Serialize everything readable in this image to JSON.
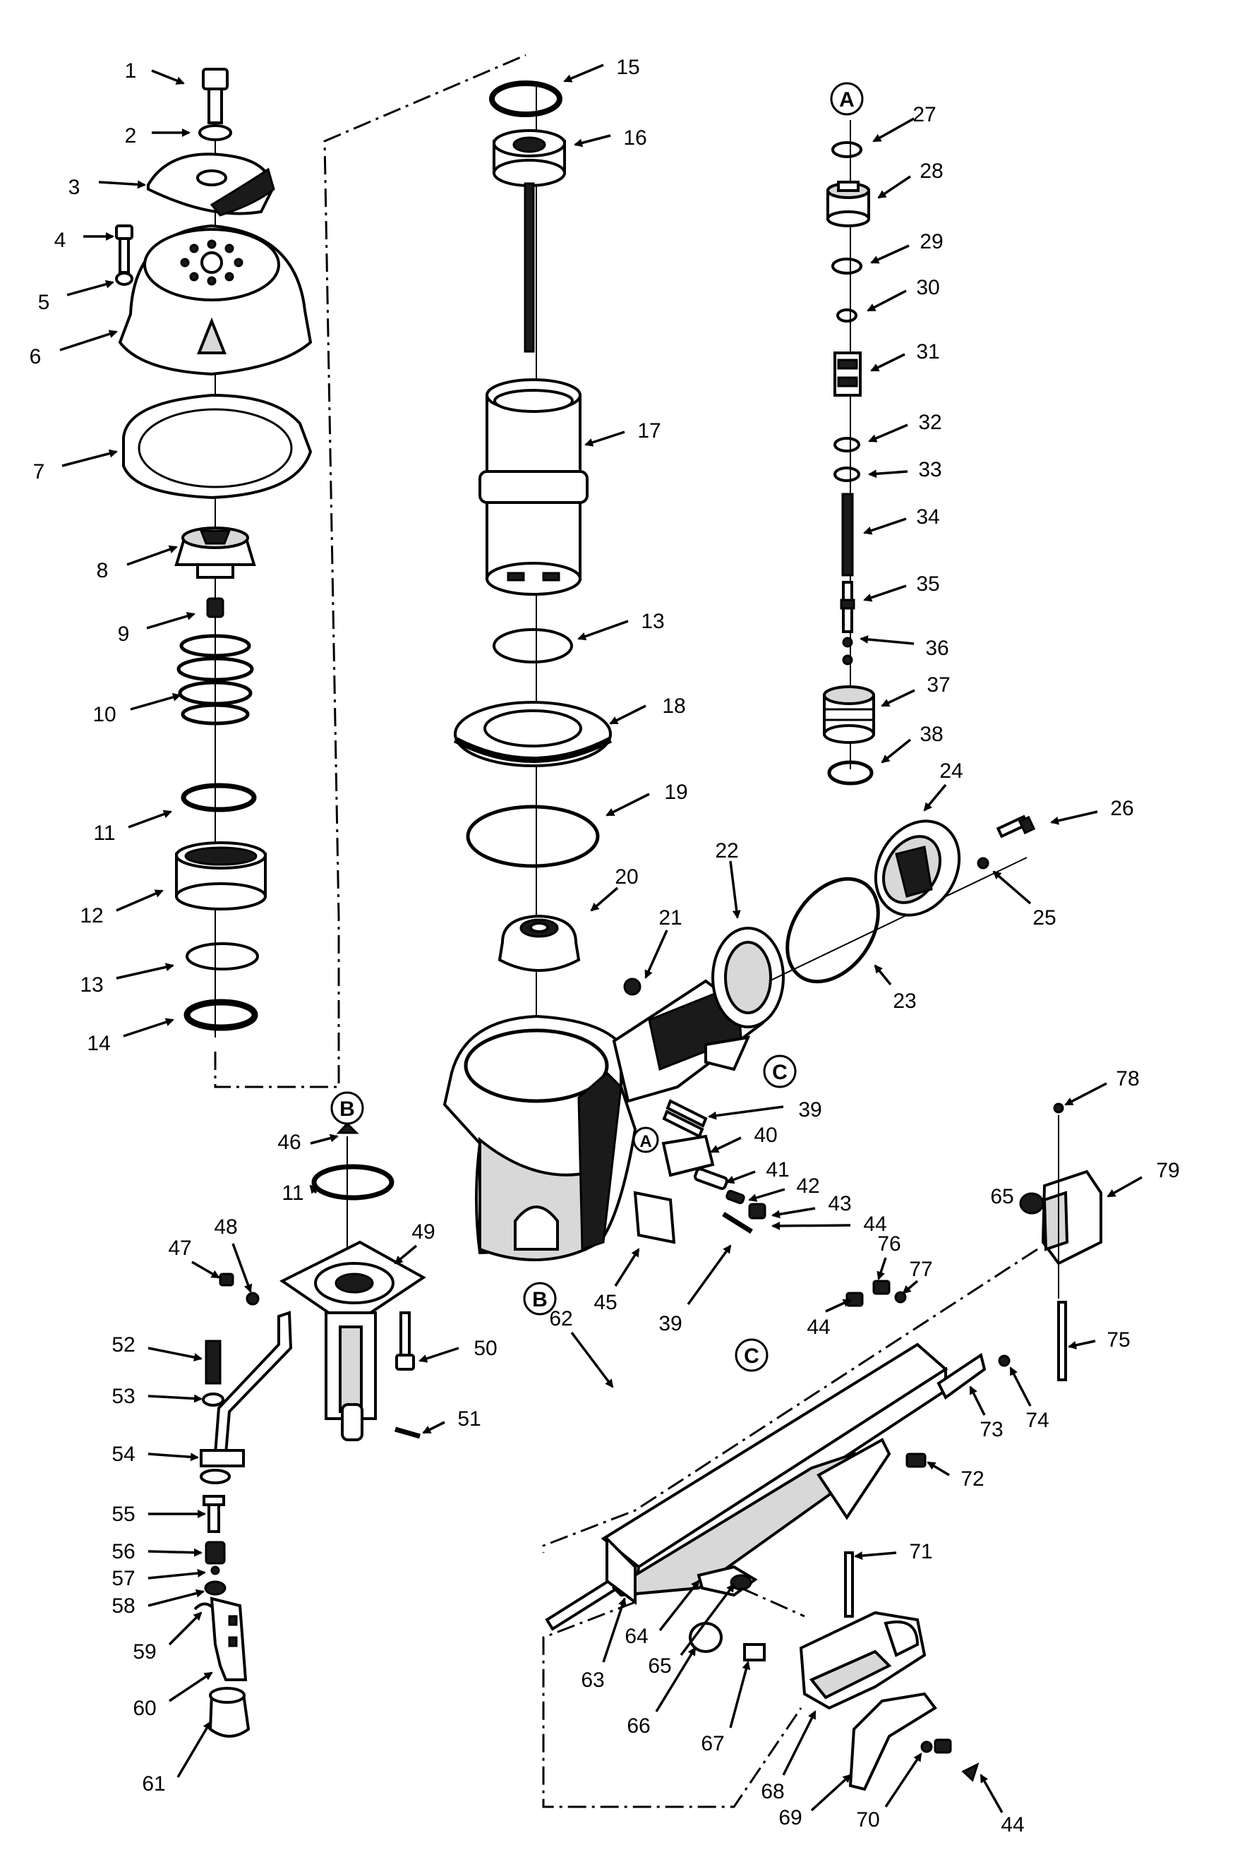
{
  "diagram": {
    "callouts": [
      {
        "n": "1"
      },
      {
        "n": "2"
      },
      {
        "n": "3"
      },
      {
        "n": "4"
      },
      {
        "n": "5"
      },
      {
        "n": "6"
      },
      {
        "n": "7"
      },
      {
        "n": "8"
      },
      {
        "n": "9"
      },
      {
        "n": "10"
      },
      {
        "n": "11"
      },
      {
        "n": "12"
      },
      {
        "n": "13"
      },
      {
        "n": "14"
      },
      {
        "n": "15"
      },
      {
        "n": "16"
      },
      {
        "n": "17"
      },
      {
        "n": "13"
      },
      {
        "n": "18"
      },
      {
        "n": "19"
      },
      {
        "n": "20"
      },
      {
        "n": "21"
      },
      {
        "n": "22"
      },
      {
        "n": "23"
      },
      {
        "n": "24"
      },
      {
        "n": "25"
      },
      {
        "n": "26"
      },
      {
        "n": "27"
      },
      {
        "n": "28"
      },
      {
        "n": "29"
      },
      {
        "n": "30"
      },
      {
        "n": "31"
      },
      {
        "n": "32"
      },
      {
        "n": "33"
      },
      {
        "n": "34"
      },
      {
        "n": "35"
      },
      {
        "n": "36"
      },
      {
        "n": "37"
      },
      {
        "n": "38"
      },
      {
        "n": "39"
      },
      {
        "n": "40"
      },
      {
        "n": "41"
      },
      {
        "n": "42"
      },
      {
        "n": "43"
      },
      {
        "n": "44"
      },
      {
        "n": "45"
      },
      {
        "n": "39"
      },
      {
        "n": "46"
      },
      {
        "n": "11"
      },
      {
        "n": "47"
      },
      {
        "n": "48"
      },
      {
        "n": "49"
      },
      {
        "n": "50"
      },
      {
        "n": "51"
      },
      {
        "n": "52"
      },
      {
        "n": "53"
      },
      {
        "n": "54"
      },
      {
        "n": "55"
      },
      {
        "n": "56"
      },
      {
        "n": "57"
      },
      {
        "n": "58"
      },
      {
        "n": "59"
      },
      {
        "n": "60"
      },
      {
        "n": "61"
      },
      {
        "n": "62"
      },
      {
        "n": "63"
      },
      {
        "n": "64"
      },
      {
        "n": "65"
      },
      {
        "n": "66"
      },
      {
        "n": "67"
      },
      {
        "n": "68"
      },
      {
        "n": "69"
      },
      {
        "n": "70"
      },
      {
        "n": "44"
      },
      {
        "n": "44"
      },
      {
        "n": "76"
      },
      {
        "n": "77"
      },
      {
        "n": "74"
      },
      {
        "n": "73"
      },
      {
        "n": "72"
      },
      {
        "n": "75"
      },
      {
        "n": "78"
      },
      {
        "n": "79"
      },
      {
        "n": "65"
      },
      {
        "n": "71"
      }
    ],
    "connectors": [
      {
        "letter": "A"
      },
      {
        "letter": "A"
      },
      {
        "letter": "B"
      },
      {
        "letter": "B"
      },
      {
        "letter": "C"
      },
      {
        "letter": "C"
      }
    ],
    "line_color": "#000000",
    "background": "#ffffff"
  }
}
